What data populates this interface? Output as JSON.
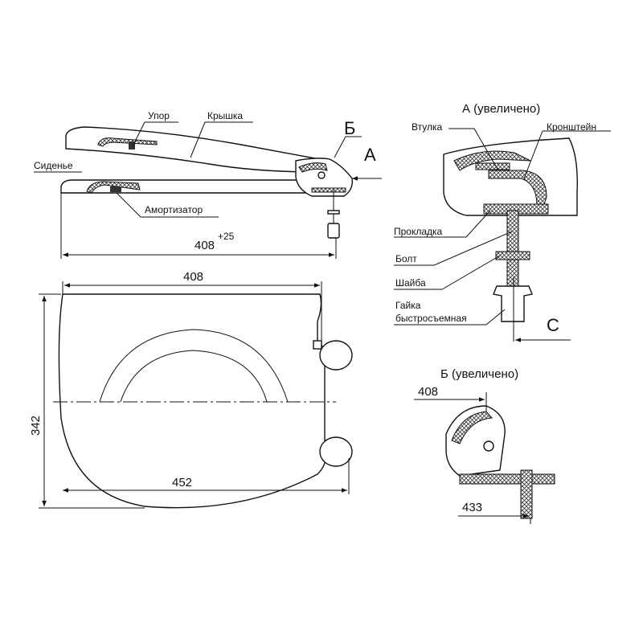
{
  "side_view": {
    "labels": {
      "stop": "Упор",
      "lid": "Крышка",
      "seat": "Сиденье",
      "damper": "Амортизатор",
      "view_b": "Б",
      "view_a": "А"
    },
    "dimension_length": "408",
    "dimension_tolerance": "+25"
  },
  "top_view": {
    "dimension_width": "408",
    "dimension_height": "342",
    "dimension_length": "452"
  },
  "detail_a": {
    "title": "А (увеличено)",
    "labels": {
      "bushing": "Втулка",
      "bracket": "Кронштейн",
      "gasket": "Прокладка",
      "bolt": "Болт",
      "washer": "Шайба",
      "nut_line1": "Гайка",
      "nut_line2": "быстросъемная",
      "c_mark": "С"
    }
  },
  "detail_b": {
    "title": "Б (увеличено)",
    "dimension_min": "408",
    "dimension_max": "433"
  }
}
